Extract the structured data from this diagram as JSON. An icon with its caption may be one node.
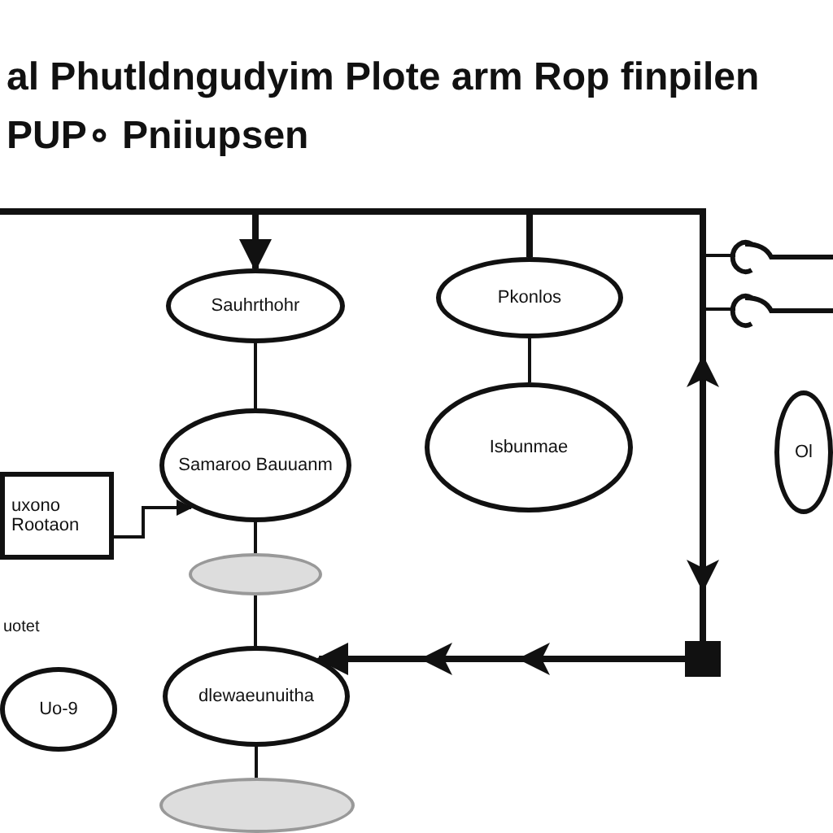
{
  "diagram": {
    "title": "al Phutldngudyim Plote arm Rop finpilen PUP∘ Pniiupsen",
    "nodes": [
      {
        "text": [
          "Sauhrthohr"
        ]
      },
      {
        "text": [
          "Pkonlos"
        ]
      },
      {
        "text": [
          "Samaroo Bauuanm"
        ]
      },
      {
        "text": [
          "Isbunmae"
        ]
      },
      {
        "text": [
          "Ol"
        ]
      },
      {
        "text": [
          "uxono Rootaon"
        ]
      },
      {
        "text": [],
        "shape": "ellipse"
      },
      {
        "text": [
          "dlewaeunuitha"
        ]
      },
      {
        "text": [
          "Uo-9"
        ]
      },
      {
        "text": [],
        "shape": "ellipse"
      }
    ],
    "edges": [
      {
        "from": null,
        "to": 0,
        "arrow": "to",
        "style": "thick"
      },
      {
        "from": 1,
        "to": 7,
        "arrow": "to",
        "style": "thick"
      },
      {
        "from": 0,
        "to": 2,
        "arrow": "none"
      },
      {
        "from": 1,
        "to": 3,
        "arrow": "none"
      },
      {
        "from": 5,
        "to": 2,
        "arrow": "to"
      },
      {
        "from": 2,
        "to": 6,
        "arrow": "none"
      },
      {
        "from": 6,
        "to": 7,
        "arrow": "none"
      },
      {
        "from": 7,
        "to": 9,
        "arrow": "none"
      }
    ],
    "labels": [
      "uotet"
    ]
  }
}
